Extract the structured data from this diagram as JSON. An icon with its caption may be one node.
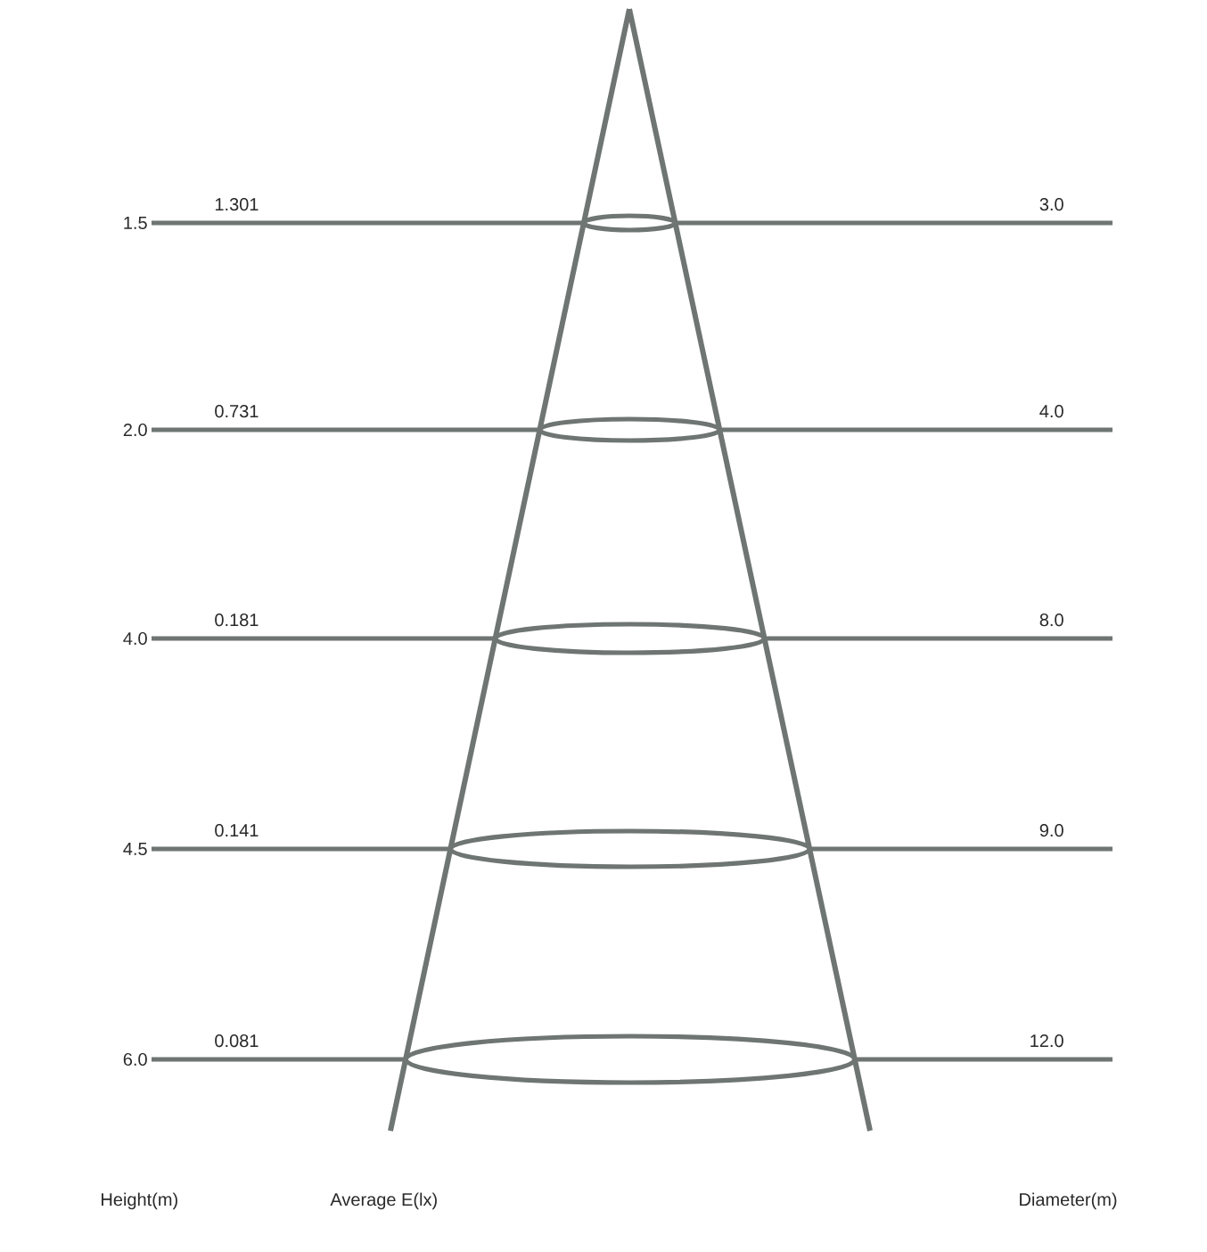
{
  "diagram": {
    "labels": [
      "1.5",
      "1.301",
      "3.0",
      "2.0",
      "0.731",
      "4.0",
      "4.0",
      "0.181",
      "8.0",
      "4.5",
      "0.141",
      "9.0",
      "6.0",
      "0.081",
      "12.0",
      "Height(m)",
      "Average E(lx)",
      "Diameter(m)"
    ]
  }
}
